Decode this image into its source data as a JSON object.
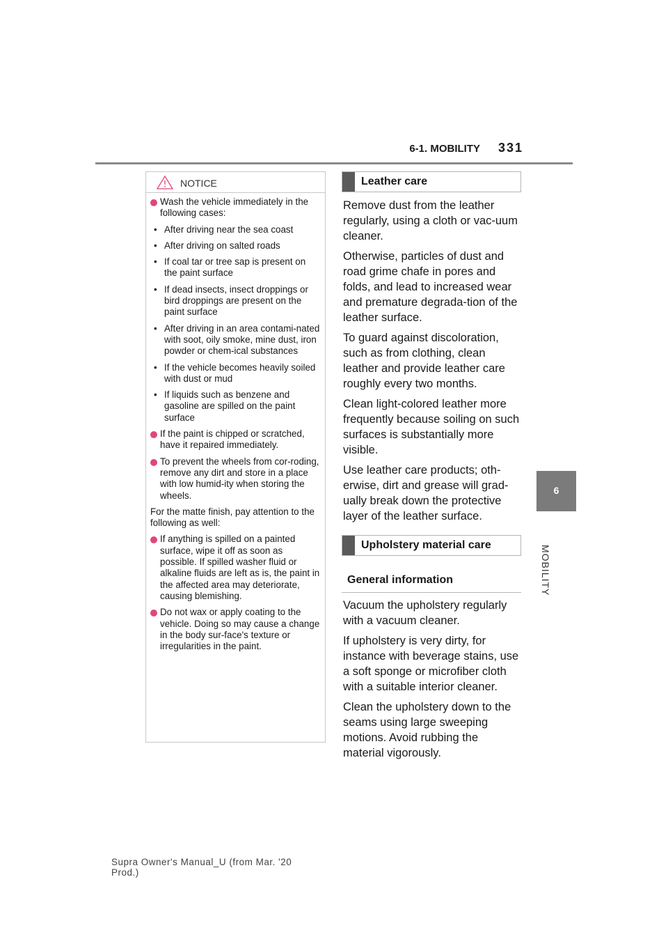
{
  "header": {
    "section": "6-1. MOBILITY",
    "page": "331"
  },
  "side_tab": {
    "number": "6",
    "label": "MOBILITY"
  },
  "notice": {
    "title": "NOTICE",
    "intro": "Wash the vehicle immediately in the following cases:",
    "cases": [
      "After driving near the sea coast",
      "After driving on salted roads",
      "If coal tar or tree sap is present on the paint surface",
      "If dead insects, insect droppings or bird droppings are present on the paint surface",
      "After driving in an area contami-nated with soot, oily smoke, mine dust, iron powder or chem-ical substances",
      "If the vehicle becomes heavily soiled with dust or mud",
      "If liquids such as benzene and gasoline are spilled on the paint surface"
    ],
    "item_chipped": "If the paint is chipped or scratched, have it repaired immediately.",
    "item_wheels": "To prevent the wheels from cor-roding, remove any dirt and store in a place with low humid-ity when storing the wheels.",
    "matte_intro": "For the matte finish, pay attention to the following as well:",
    "item_spill": "If anything is spilled on a painted surface, wipe it off as soon as possible. If spilled washer fluid or alkaline fluids are left as is, the paint in the affected area may deteriorate, causing blemishing.",
    "item_wax": "Do not wax or apply coating to the vehicle. Doing so may cause a change in the body sur-face's texture or irregularities in the paint."
  },
  "leather": {
    "heading": "Leather care",
    "paragraphs": [
      "Remove dust from the leather regularly, using a cloth or vac-uum cleaner.",
      "Otherwise, particles of dust and road grime chafe in pores and folds, and lead to increased wear and premature degrada-tion of the leather surface.",
      "To guard against discoloration, such as from clothing, clean leather and provide leather care roughly every two months.",
      "Clean light-colored leather more frequently because soiling on such surfaces is substantially more visible.",
      "Use leather care products; oth-erwise, dirt and grease will grad-ually break down the protective layer of the leather surface."
    ]
  },
  "upholstery": {
    "heading": "Upholstery material care",
    "subheading": "General information",
    "paragraphs": [
      "Vacuum the upholstery regularly with a vacuum cleaner.",
      "If upholstery is very dirty, for instance with beverage stains, use a soft sponge or microfiber cloth with a suitable interior cleaner.",
      "Clean the upholstery down to the seams using large sweeping motions. Avoid rubbing the material vigorously."
    ]
  },
  "footer": {
    "text": "Supra Owner's Manual_U (from Mar. '20 Prod.)"
  },
  "colors": {
    "bullet_accent": "#e2457a",
    "header_rule": "#8a8a8a",
    "side_tab": "#7b7b7b",
    "heading_bar": "#5a5a5a"
  }
}
